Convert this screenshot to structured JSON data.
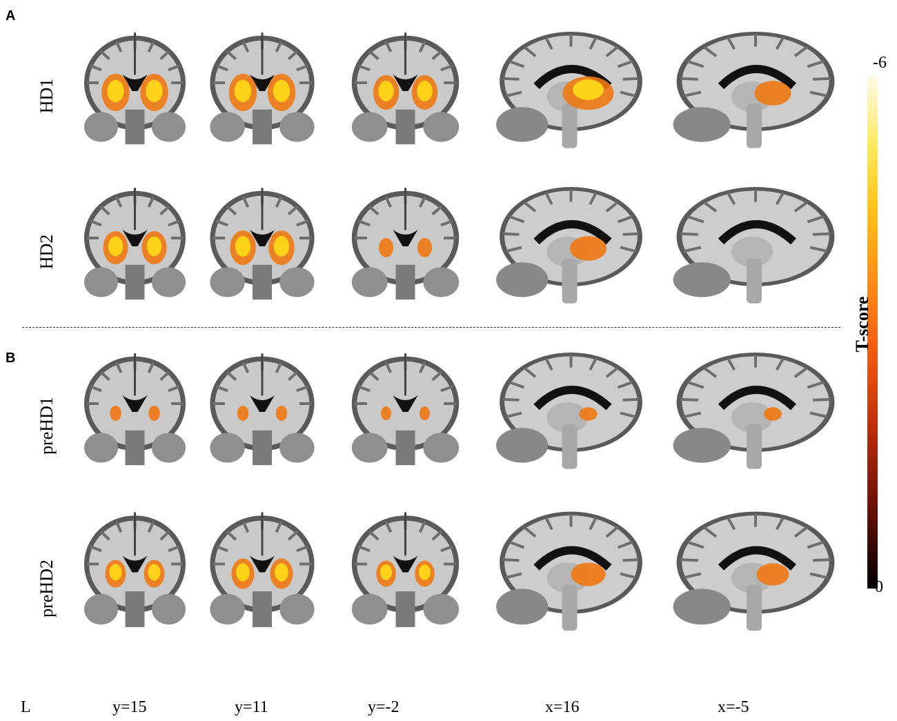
{
  "panels": {
    "a": "A",
    "b": "B"
  },
  "rows": [
    "HD1",
    "HD2",
    "preHD1",
    "preHD2"
  ],
  "bottom_labels": {
    "side": "L",
    "cols": [
      "y=15",
      "y=11",
      "y=-2",
      "x=16",
      "x=-5"
    ]
  },
  "colorbar": {
    "title": "T-score",
    "max_label": "-6",
    "min_label": "0"
  },
  "slices": {
    "views": [
      "coronal",
      "coronal",
      "coronal",
      "sagittal",
      "sagittal"
    ],
    "activation_intensity": [
      [
        0.95,
        0.95,
        0.85,
        0.9,
        0.55
      ],
      [
        0.8,
        0.85,
        0.3,
        0.55,
        0.0
      ],
      [
        0.15,
        0.15,
        0.1,
        0.1,
        0.1
      ],
      [
        0.6,
        0.7,
        0.55,
        0.5,
        0.45
      ]
    ]
  },
  "colors": {
    "background": "#ffffff",
    "brain_gray": "#9a9a9a",
    "activation_hot": "#ffd21a",
    "activation_mid": "#f07812"
  }
}
